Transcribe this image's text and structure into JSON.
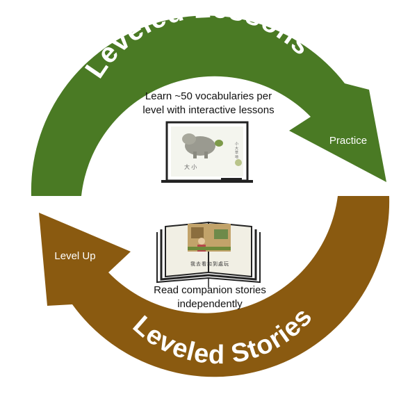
{
  "top_arc": {
    "title": "Leveled Lessons",
    "arrow_label": "Practice",
    "color": "#4a7a24"
  },
  "bottom_arc": {
    "title": "Leveled Stories",
    "arrow_label": "Level Up",
    "color": "#8a5a10"
  },
  "lessons_caption": {
    "line1": "Learn ~50 vocabularies per",
    "line2": "level with interactive lessons"
  },
  "stories_caption": {
    "line1": "Read companion stories",
    "line2": "independently"
  },
  "whiteboard": {
    "chars_left": "大  小",
    "chars_vertical": "小 大 草 地"
  },
  "book": {
    "page_text": "我去看和到處玩"
  }
}
